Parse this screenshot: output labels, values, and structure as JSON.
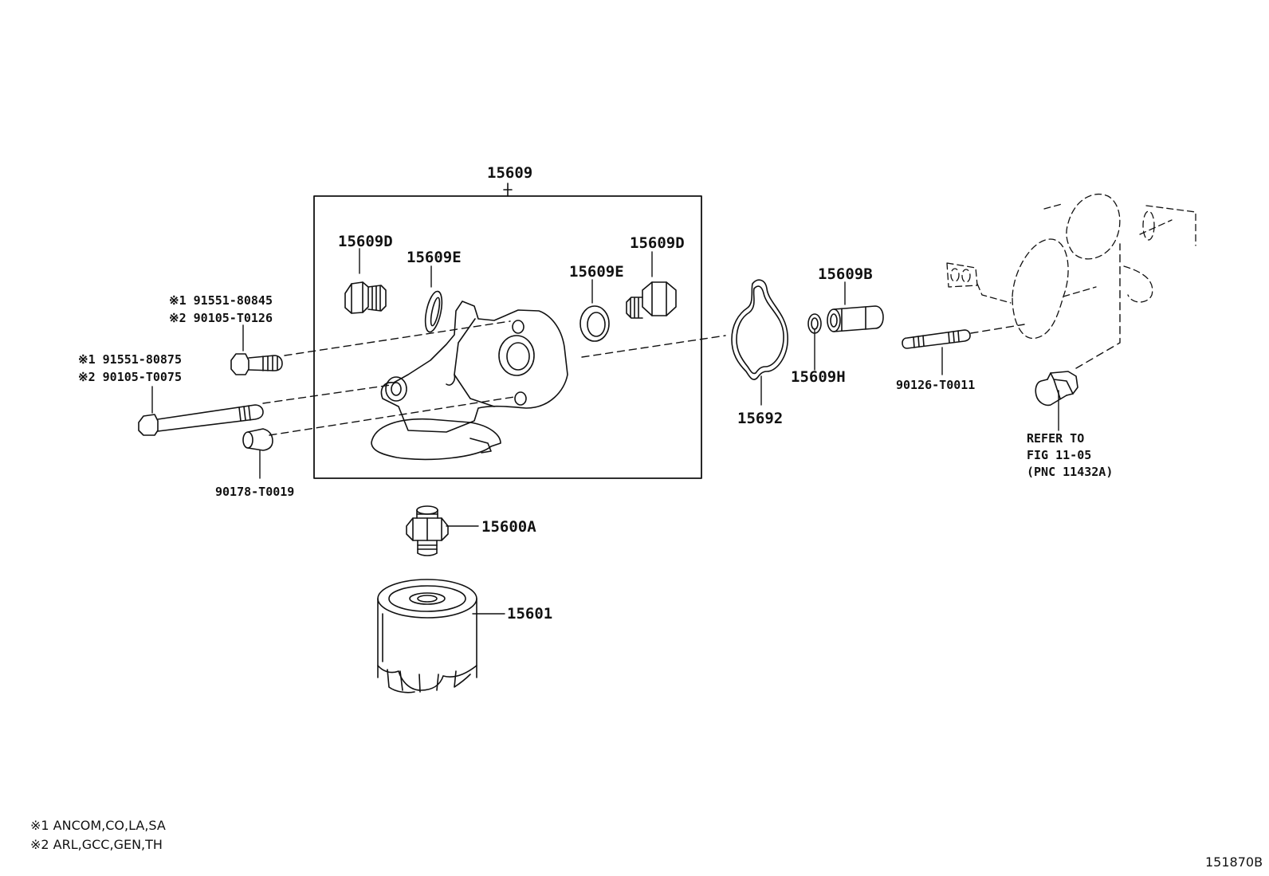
{
  "diagram": {
    "callouts": {
      "p15609": "15609",
      "p15609D_a": "15609D",
      "p15609E_a": "15609E",
      "p15609D_b": "15609D",
      "p15609E_b": "15609E",
      "p15609B": "15609B",
      "p15609H": "15609H",
      "p15692": "15692",
      "p15600A": "15600A",
      "p15601": "15601",
      "p90126": "90126-T0011",
      "p90178": "90178-T0019"
    },
    "bolt_upper": {
      "line1": "※1 91551-80845",
      "line2": "※2 90105-T0126"
    },
    "bolt_lower": {
      "line1": "※1 91551-80875",
      "line2": "※2 90105-T0075"
    },
    "reference": {
      "line1": "REFER TO",
      "line2": "FIG 11-05",
      "line3": "(PNC 11432A)"
    },
    "notes": {
      "note1": "※1 ANCOM,CO,LA,SA",
      "note2": "※2 ARL,GCC,GEN,TH"
    },
    "figure_id": "151870B"
  }
}
